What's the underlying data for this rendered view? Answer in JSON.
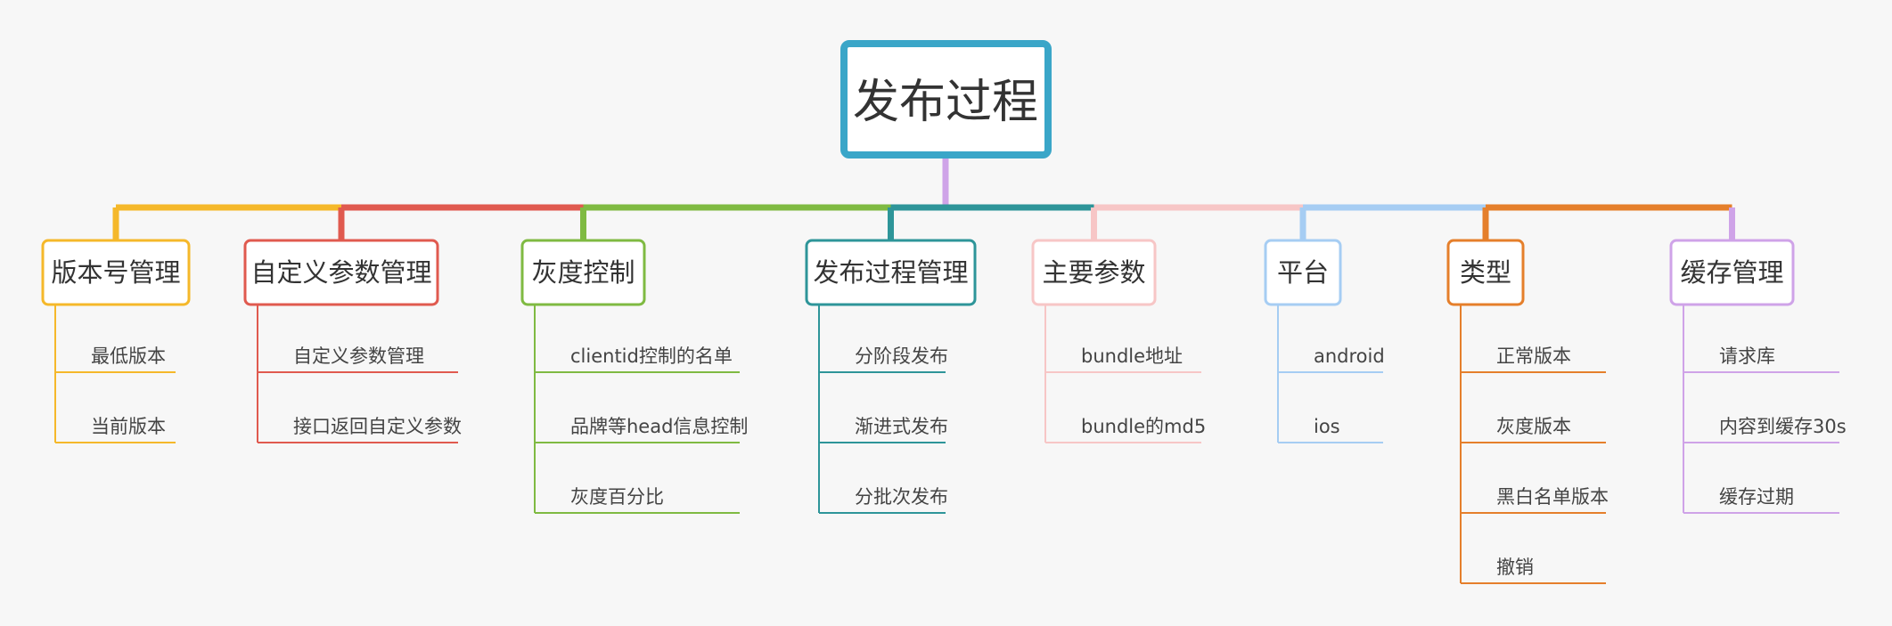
{
  "root": {
    "title": "发布过程",
    "color": "#3aa6c8"
  },
  "branches": [
    {
      "label": "版本号管理",
      "color": "#f5b82a",
      "children": [
        "最低版本",
        "当前版本"
      ]
    },
    {
      "label": "自定义参数管理",
      "color": "#e05a4f",
      "children": [
        "自定义参数管理",
        "接口返回自定义参数"
      ]
    },
    {
      "label": "灰度控制",
      "color": "#7fba42",
      "children": [
        "clientid控制的名单",
        "品牌等head信息控制",
        "灰度百分比"
      ]
    },
    {
      "label": "发布过程管理",
      "color": "#2e9599",
      "children": [
        "分阶段发布",
        "渐进式发布",
        "分批次发布"
      ]
    },
    {
      "label": "主要参数",
      "color": "#f7c6c6",
      "children": [
        "bundle地址",
        "bundle的md5"
      ]
    },
    {
      "label": "平台",
      "color": "#a6cdf3",
      "children": [
        "android",
        "ios"
      ]
    },
    {
      "label": "类型",
      "color": "#e57f2b",
      "children": [
        "正常版本",
        "灰度版本",
        "黑白名单版本",
        "撤销"
      ]
    },
    {
      "label": "缓存管理",
      "color": "#cfa3e8",
      "children": [
        "请求库",
        "内容到缓存30s",
        "缓存过期"
      ]
    }
  ]
}
